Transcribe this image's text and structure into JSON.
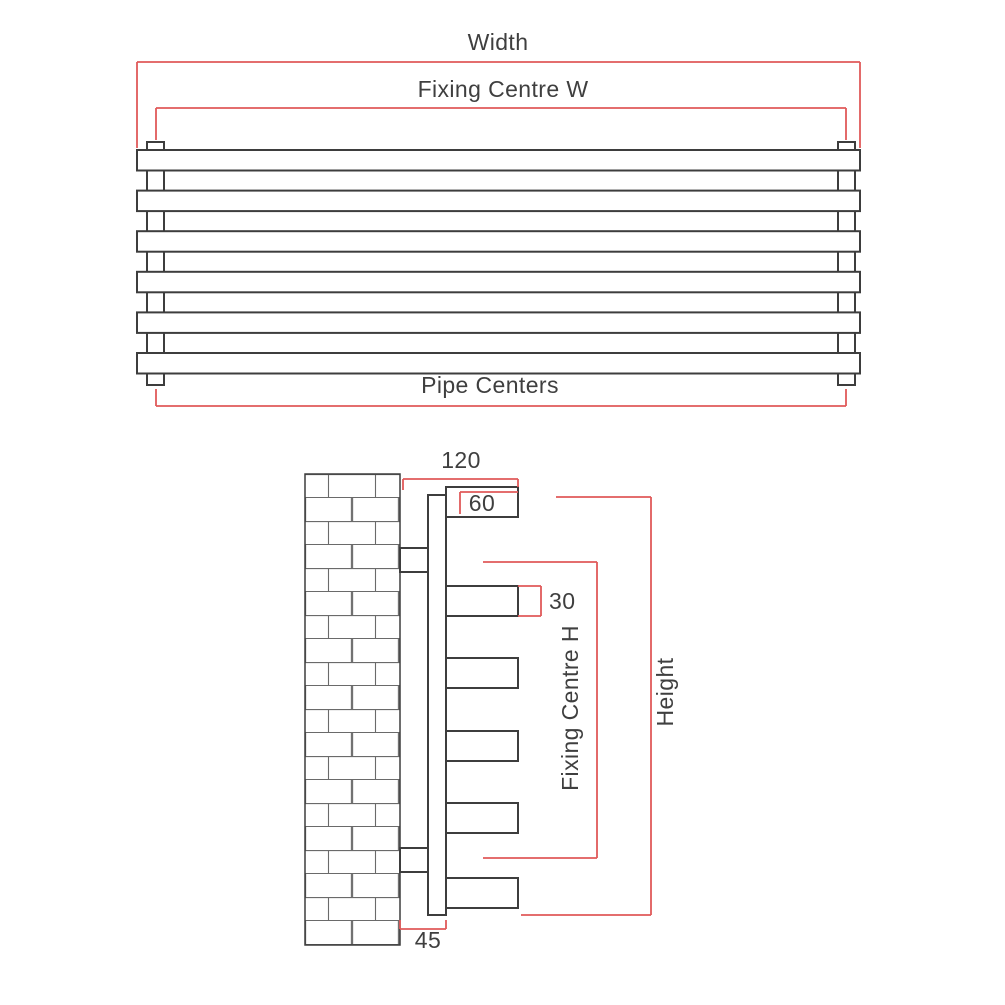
{
  "colors": {
    "dimension": "#e05a5a",
    "outline": "#3d3d3d",
    "brick": "#6a6a6a",
    "text": "#3f3f3f",
    "background": "#ffffff"
  },
  "front_view": {
    "width_label": "Width",
    "fixing_centre_w_label": "Fixing Centre W",
    "pipe_centers_label": "Pipe Centers",
    "bar_count": 6
  },
  "side_view": {
    "overall_depth": "120",
    "tube_depth": "60",
    "tube_thickness": "30",
    "fixing_centre_h_label": "Fixing Centre H",
    "height_label": "Height",
    "bracket_projection": "45",
    "tube_count": 6
  }
}
